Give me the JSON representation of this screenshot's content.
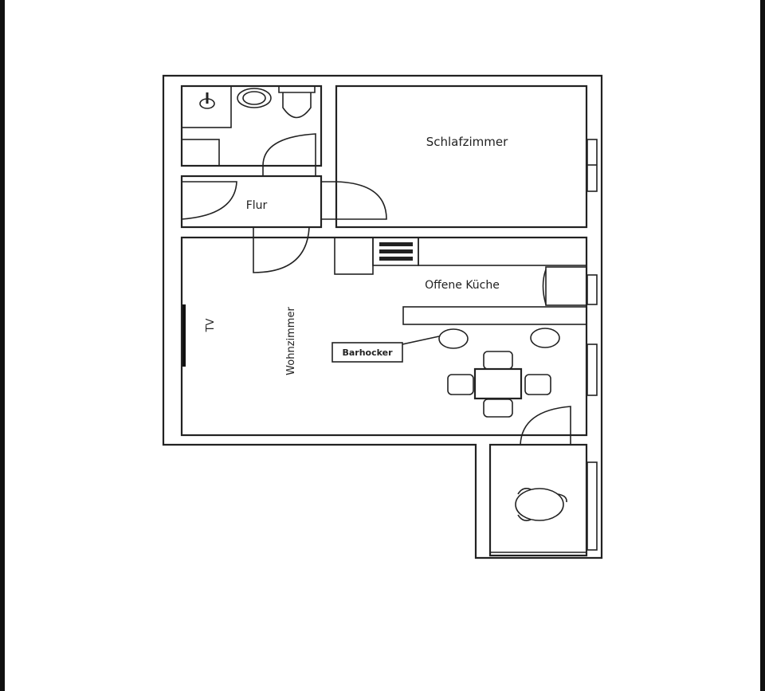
{
  "floorplan": {
    "rooms": {
      "bedroom": "Schlafzimmer",
      "hallway": "Flur",
      "kitchen": "Offene Küche",
      "living": "Wohnzimmer",
      "tv": "TV"
    },
    "callout": "Barhocker"
  }
}
